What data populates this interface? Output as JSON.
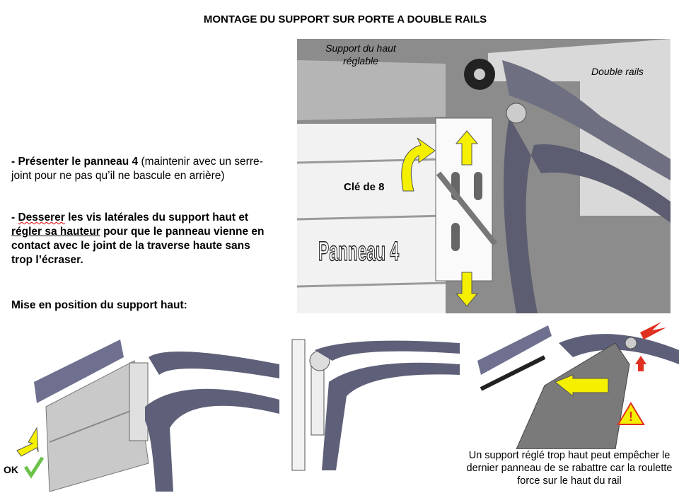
{
  "title": "MONTAGE DU SUPPORT SUR PORTE A DOUBLE RAILS",
  "step1": {
    "bullet": "- ",
    "bold": "Présenter  le panneau  4",
    "rest": " (maintenir avec un serre-joint pour ne pas qu’il ne bascule en arrière)"
  },
  "step2": {
    "bullet": "- ",
    "word1": "Desserer",
    "mid": "  les vis latérales du support haut et ",
    "word2": "régler sa hauteur",
    "rest": " pour que le panneau  vienne en contact avec le joint de la traverse haute sans trop l’écraser."
  },
  "subheading": "Mise en position du support haut:",
  "main_figure": {
    "label_support": "Support du haut réglable",
    "label_rails": "Double rails",
    "label_key": "Clé de 8",
    "label_panel": "Panneau 4"
  },
  "ok_label": "OK",
  "caption": "Un support réglé trop haut peut empêcher le dernier panneau de se rabattre car la roulette force sur le haut du rail",
  "colors": {
    "arrow": "#f5f000",
    "warning": "#e03020",
    "ok": "#6cc24a",
    "bg_gray": "#8c8c8c"
  }
}
